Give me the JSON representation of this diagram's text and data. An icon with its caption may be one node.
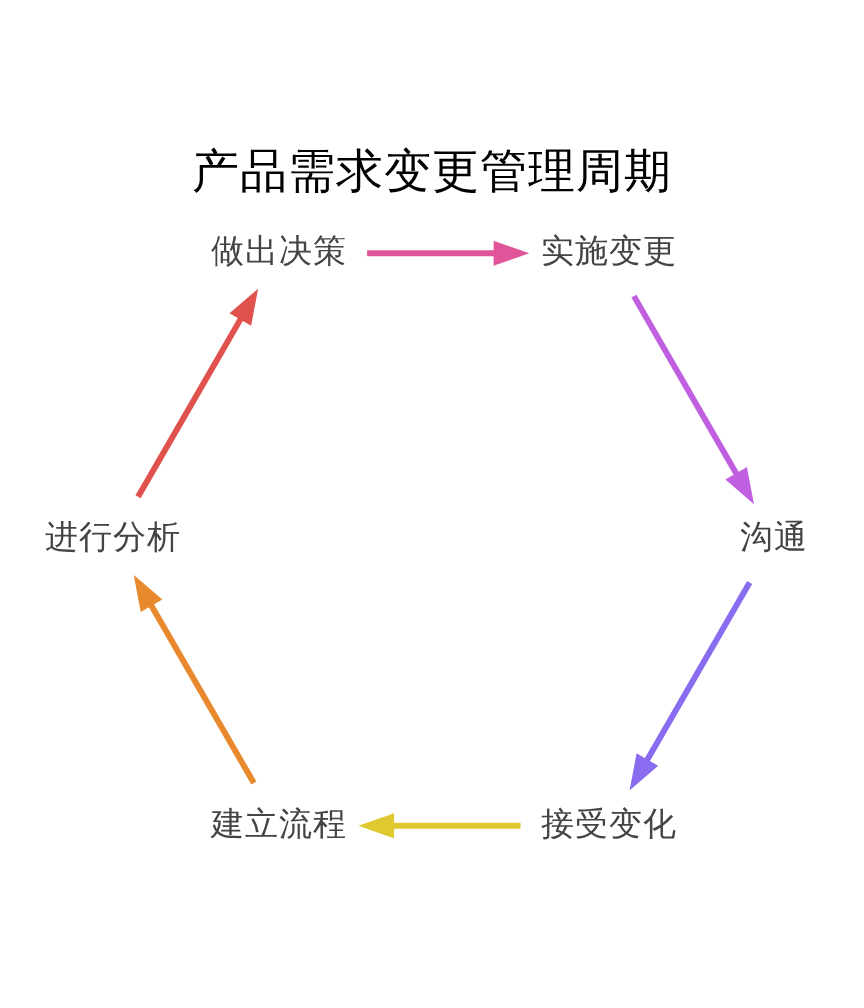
{
  "diagram": {
    "title": "产品需求变更管理周期",
    "nodes": [
      {
        "text": [
          "接受变化"
        ]
      },
      {
        "text": [
          "建立流程"
        ]
      },
      {
        "text": [
          "进行分析"
        ]
      },
      {
        "text": [
          "做出决策"
        ]
      },
      {
        "text": [
          "实施变更"
        ]
      },
      {
        "text": [
          "沟通"
        ]
      }
    ],
    "edges": [
      {
        "from": 0,
        "to": 1,
        "arrow": "to",
        "color": "#e0c830"
      },
      {
        "from": 1,
        "to": 2,
        "arrow": "to",
        "color": "#e8892e"
      },
      {
        "from": 2,
        "to": 3,
        "arrow": "to",
        "color": "#e0524e"
      },
      {
        "from": 3,
        "to": 4,
        "arrow": "to",
        "color": "#e0549a"
      },
      {
        "from": 4,
        "to": 5,
        "arrow": "to",
        "color": "#c060e0"
      },
      {
        "from": 5,
        "to": 0,
        "arrow": "to",
        "color": "#8a6cf0"
      }
    ]
  }
}
